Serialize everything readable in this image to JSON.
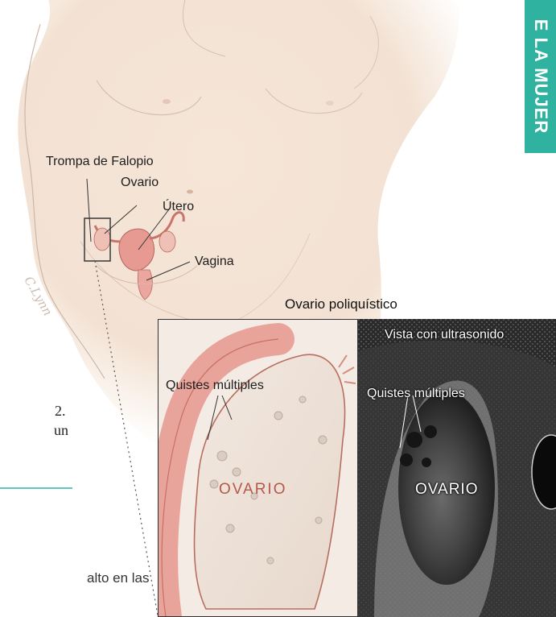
{
  "side_tab": {
    "text": "E LA MUJER",
    "color": "#2fb2a0"
  },
  "labels": {
    "fallopian": "Trompa de Falopio",
    "ovary": "Ovario",
    "uterus": "Útero",
    "vagina": "Vagina",
    "signature": "C.Lynn"
  },
  "inset": {
    "title": "Ovario poliquístico",
    "illustration": {
      "cysts": "Quistes múltiples",
      "ovary": "OVARIO"
    },
    "ultrasound": {
      "view": "Vista con ultrasonido",
      "cysts": "Quistes múltiples",
      "ovary": "OVARIO"
    }
  },
  "text_fragments": {
    "line1": "2.",
    "line2": "un",
    "line3": "alto en las"
  },
  "colors": {
    "rule": "#2fb2a0",
    "ovary_pink": "#e79a92",
    "skin": "#f4e3d5"
  }
}
